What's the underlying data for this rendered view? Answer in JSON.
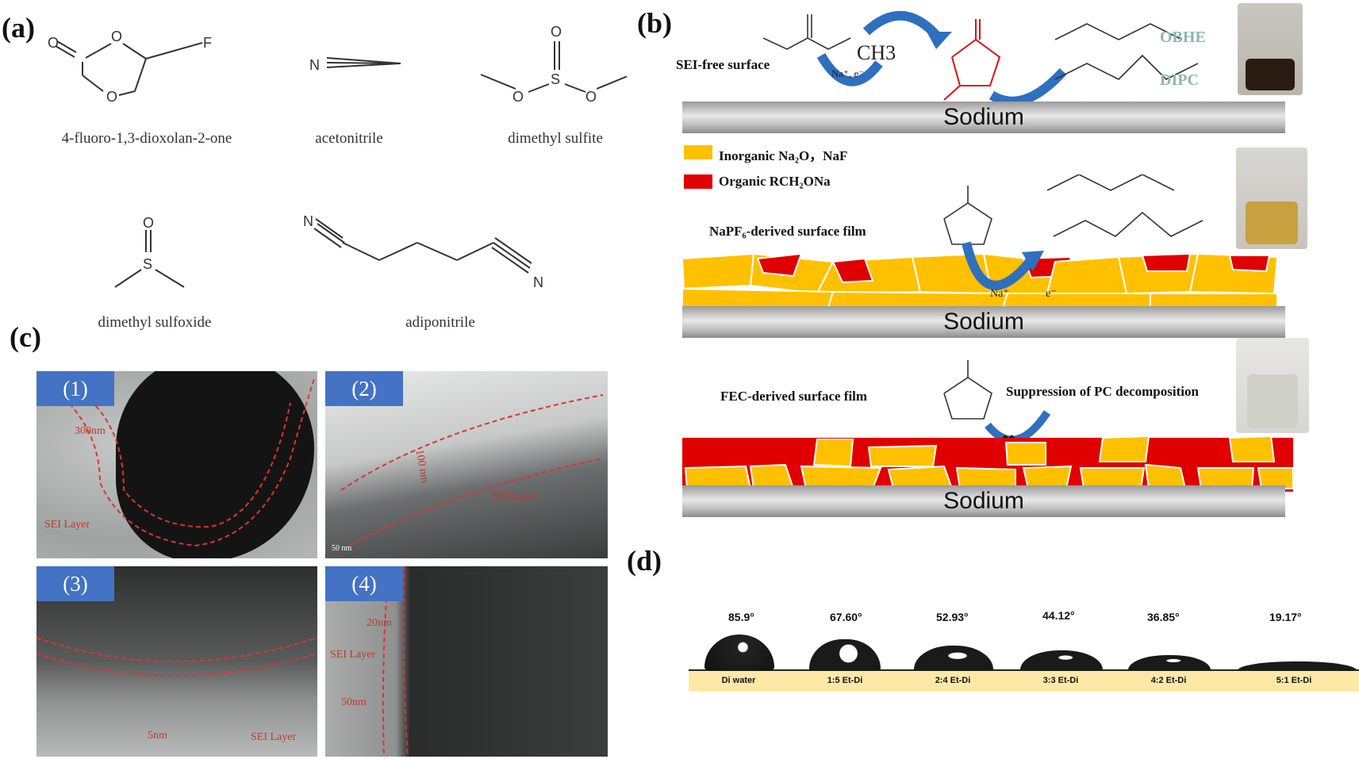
{
  "panels": {
    "a": "(a)",
    "b": "(b)",
    "c": "(c)",
    "d": "(d)"
  },
  "molecules": [
    {
      "name": "4-fluoro-1,3-dioxolan-2-one"
    },
    {
      "name": "acetonitrile"
    },
    {
      "name": "dimethyl sulfite"
    },
    {
      "name": "dimethyl sulfoxide"
    },
    {
      "name": "adiponitrile"
    }
  ],
  "atoms": {
    "O": "O",
    "F": "F",
    "N": "N",
    "S": "S"
  },
  "scheme": {
    "sei_free": "SEI-free surface",
    "ch3": "CH3",
    "na_e": "Na⁺, e⁻",
    "obhe": "OBHE",
    "dipc": "DIPC",
    "sodium": "Sodium",
    "legend_inorganic": "Inorganic Na₂O，NaF",
    "legend_organic": "Organic RCH₂ONa",
    "napf6_film": "NaPF₆-derived surface film",
    "na_plus": "Na⁺",
    "e_minus": "e⁻",
    "fec_film": "FEC-derived surface film",
    "suppression": "Suppression of PC decomposition",
    "colors": {
      "inorganic": "#ffc000",
      "organic": "#e00000",
      "arrow": "#2f6fc0"
    }
  },
  "tem": {
    "badges": [
      "(1)",
      "(2)",
      "(3)",
      "(4)"
    ],
    "p1": {
      "thick": "300nm",
      "sei": "SEI Layer"
    },
    "p2": {
      "thick": "100 nm",
      "sei": "SEI Layer",
      "scale": "50 nm"
    },
    "p3": {
      "thick": "5nm",
      "sei": "SEI Layer"
    },
    "p4": {
      "thick1": "20nm",
      "sei": "SEI Layer",
      "thick2": "50nm"
    }
  },
  "contact": {
    "angles": [
      "85.9°",
      "67.60°",
      "52.93°",
      "44.12°",
      "36.85°",
      "19.17°"
    ],
    "labels": [
      "Di water",
      "1:5 Et-Di",
      "2:4 Et-Di",
      "3:3 Et-Di",
      "4:2 Et-Di",
      "5:1 Et-Di"
    ]
  }
}
